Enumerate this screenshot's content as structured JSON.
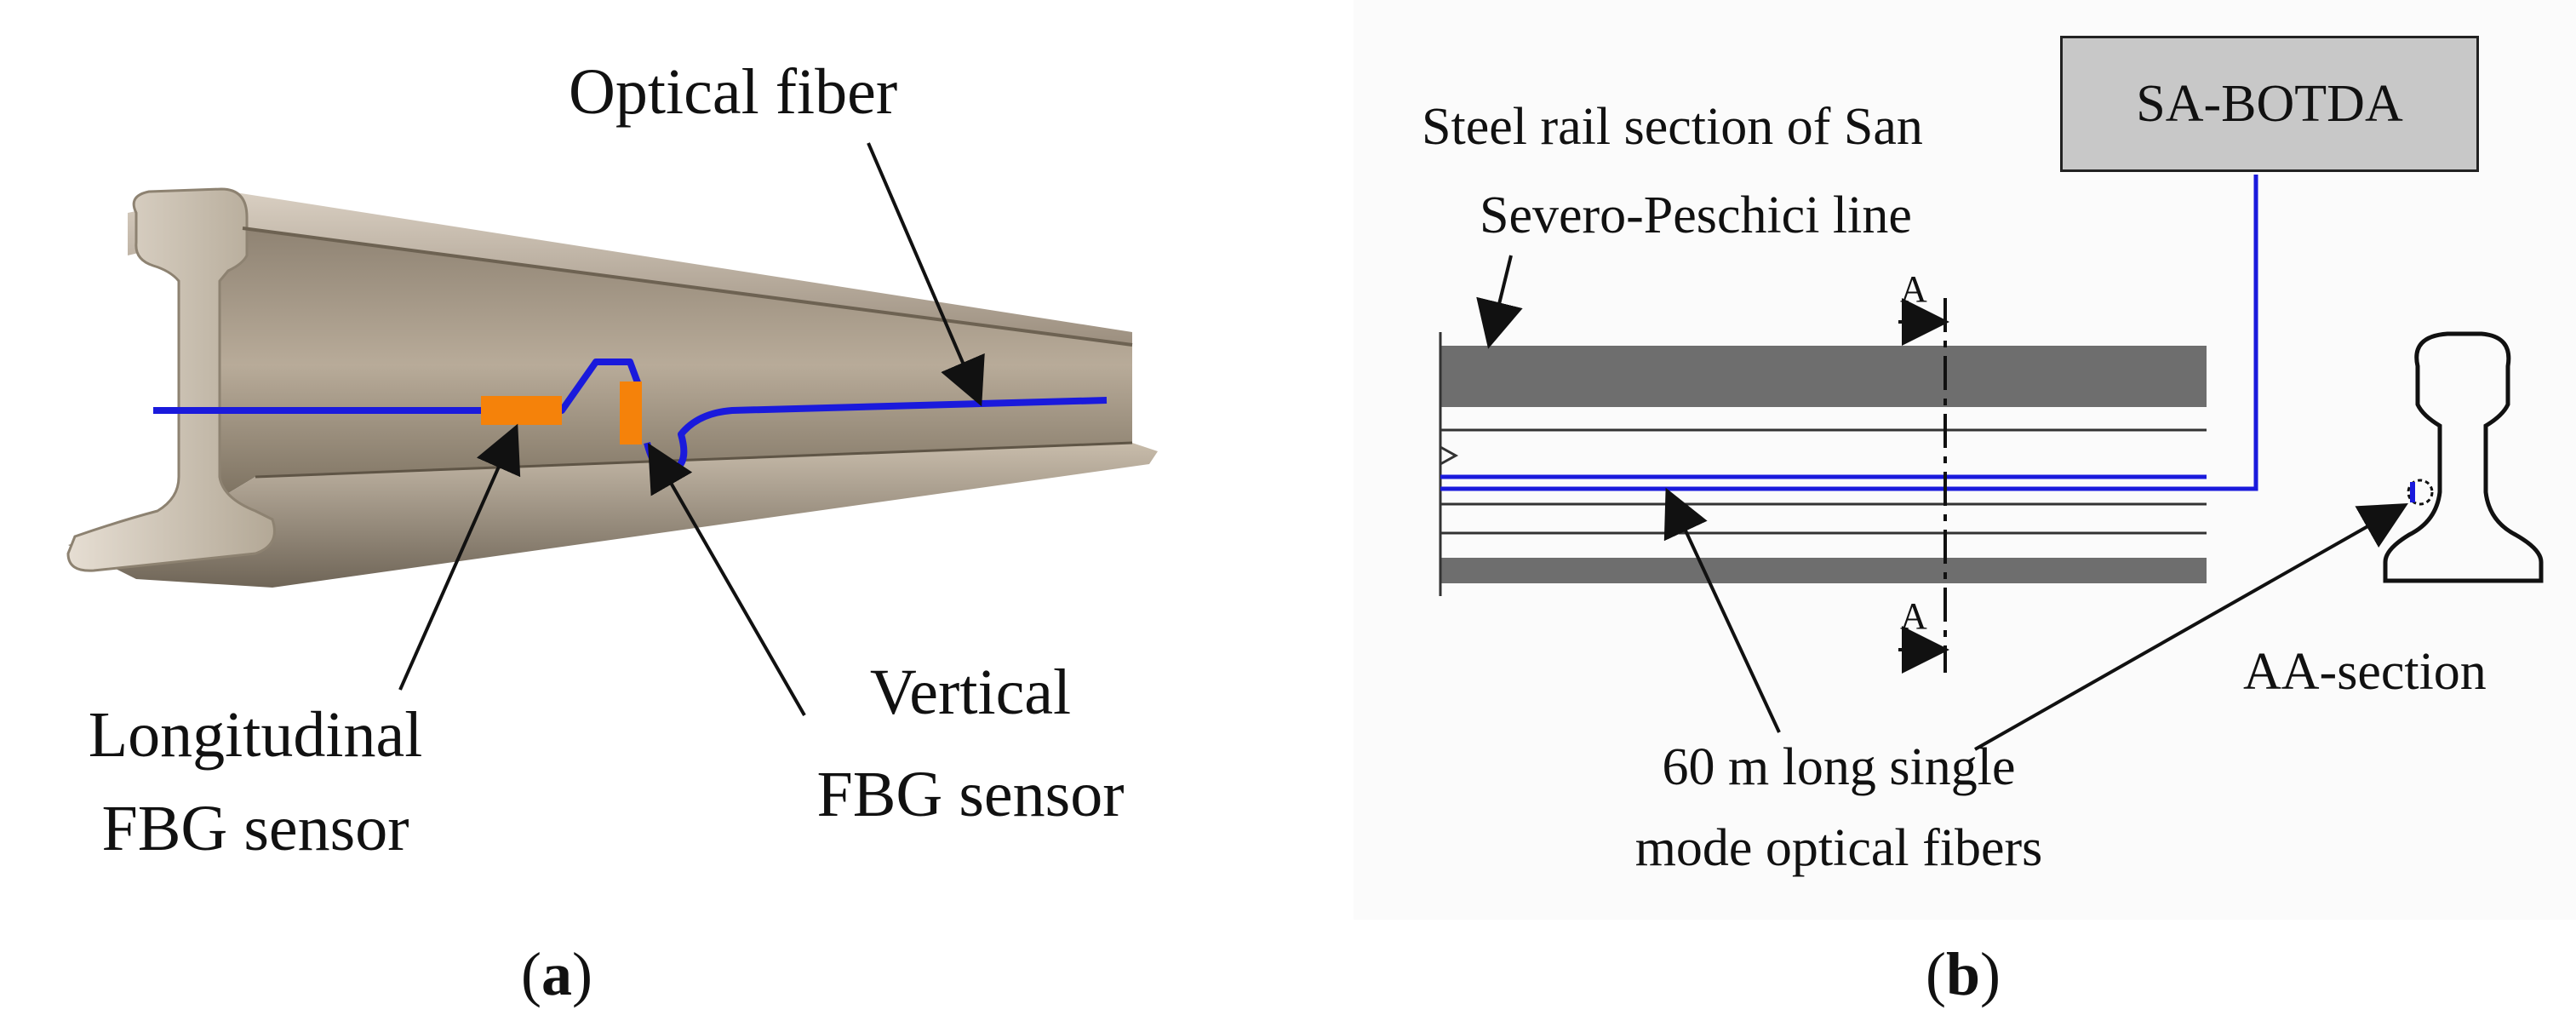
{
  "panel_a": {
    "caption_letter": "a",
    "labels": {
      "optical_fiber": "Optical fiber",
      "longitudinal_line1": "Longitudinal",
      "longitudinal_line2": "FBG sensor",
      "vertical_line1": "Vertical",
      "vertical_line2": "FBG sensor"
    },
    "colors": {
      "fiber": "#1a1adc",
      "sensor": "#f5820a",
      "rail": "#a89a88"
    }
  },
  "panel_b": {
    "caption_letter": "b",
    "device_label": "SA-BOTDA",
    "labels": {
      "rail_section_line1": "Steel rail section of San",
      "rail_section_line2": "Severo-Peschici line",
      "section_marker_top": "A",
      "section_marker_bottom": "A",
      "aa_section": "AA-section",
      "fibers_line1": "60 m long single",
      "fibers_line2": "mode optical fibers"
    },
    "colors": {
      "fiber": "#1a1adc",
      "device_box": "#c8c8c8",
      "rail_band": "#6e6e6e"
    }
  },
  "captions": {
    "open": "(",
    "close": ")"
  }
}
